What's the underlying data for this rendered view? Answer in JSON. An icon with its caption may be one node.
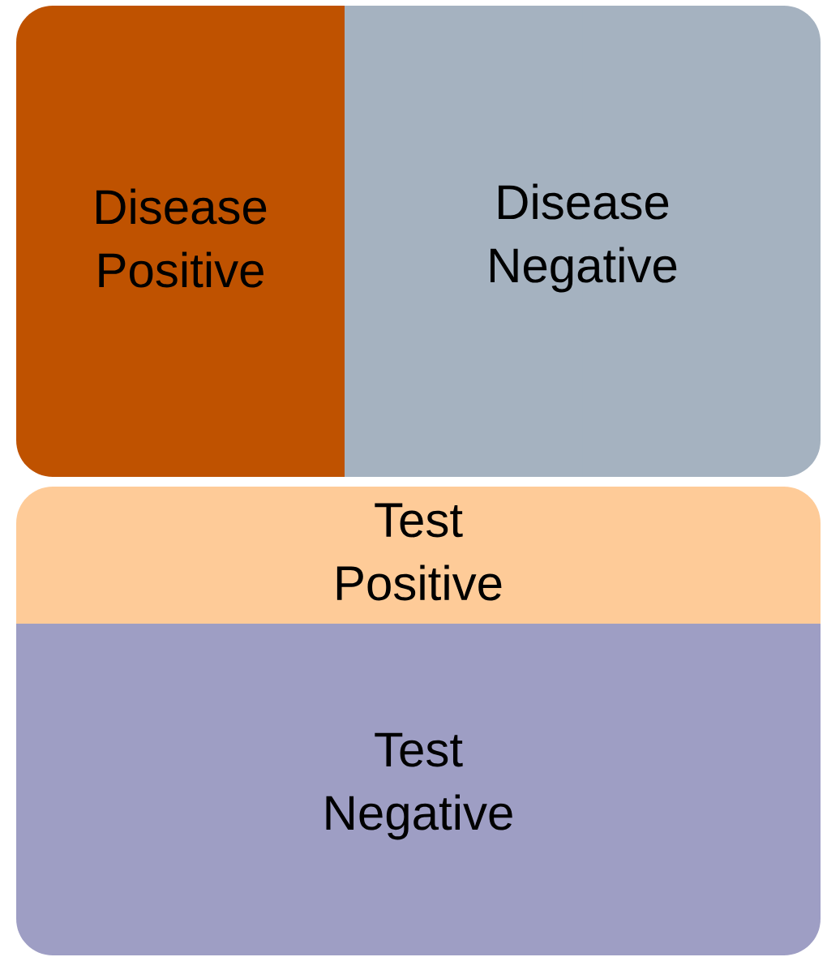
{
  "diagram": {
    "nodes": [
      {
        "text": [
          "Disease Positive"
        ]
      },
      {
        "text": [
          "Disease Negative"
        ]
      },
      {
        "text": [
          "Test Positive"
        ]
      },
      {
        "text": [
          "Test Negative"
        ]
      }
    ]
  }
}
